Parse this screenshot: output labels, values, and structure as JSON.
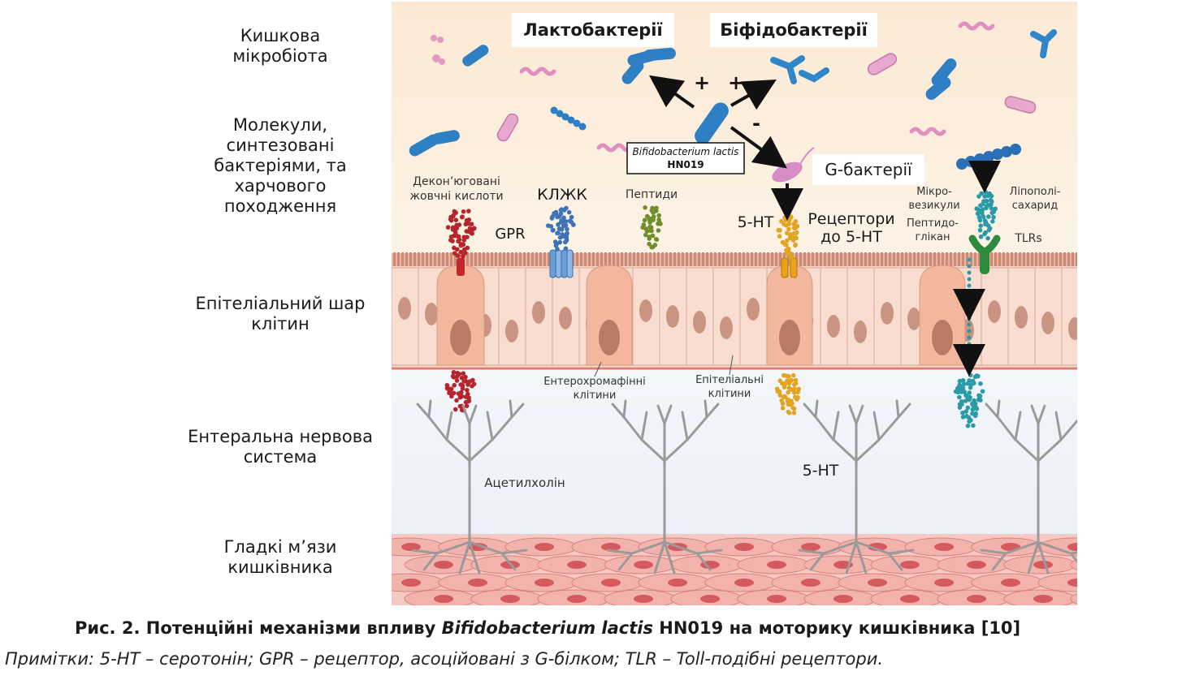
{
  "side_labels": {
    "microbiota": "Кишкова мікробіота",
    "molecules": "Молекули, синтезовані бактеріями, та харчового походження",
    "epithelial": "Епітеліальний шар клітин",
    "nervous": "Ентеральна нервова система",
    "muscles": "Гладкі м’язи кишківника"
  },
  "diagram": {
    "lactobacteria": "Лактобактерії",
    "bifidobacteria": "Біфідобактерії",
    "strain_name": "Bifidobacterium lactis",
    "strain_code": "HN019",
    "plus_sign": "+",
    "minus_sign": "-",
    "g_bacteria": "G-бактерії",
    "bile_acids_line1": "Декон’юговані",
    "bile_acids_line2": "жовчні кислоти",
    "scfa": "КЛЖК",
    "gpr": "GPR",
    "peptides": "Пептиди",
    "ht_top": "5-HT",
    "receptors_line1": "Рецептори",
    "receptors_line2": "до 5-HT",
    "microvesicles_line1": "Мікро-",
    "microvesicles_line2": "везикули",
    "peptidoglycan_line1": "Пептидо-",
    "peptidoglycan_line2": "глікан",
    "lps_line1": "Ліпополі-",
    "lps_line2": "сахарид",
    "tlrs": "TLRs",
    "enterochromaffin_line1": "Ентерохромафінні",
    "enterochromaffin_line2": "клітини",
    "epithelial_cells_line1": "Епітеліальні",
    "epithelial_cells_line2": "клітини",
    "acetylcholine": "Ацетилхолін",
    "ht_bottom": "5-HT"
  },
  "caption": {
    "prefix": "Рис. 2. Потенційні механізми впливу ",
    "species": "Bifidobacterium lactis",
    "suffix": " HN019 на моторику кишківника [10]",
    "note": "Примітки: 5-HT – серотонін; GPR – рецептор, асоційовані з G-білком; TLR – Toll-подібні рецептори."
  }
}
